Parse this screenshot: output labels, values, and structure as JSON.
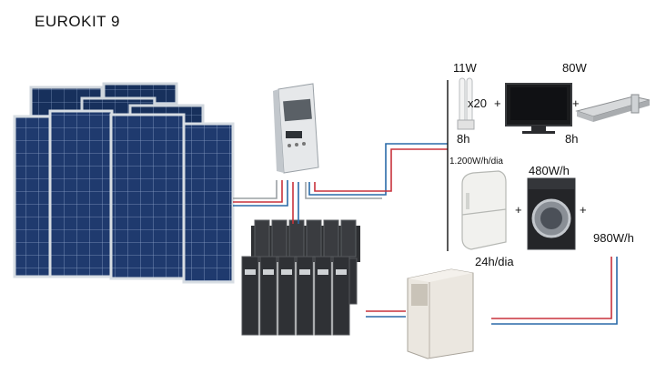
{
  "title": "EUROKIT 9",
  "loads": {
    "lamp": {
      "power": "11W",
      "qty": "x20",
      "plus": "+",
      "hours": "8h",
      "icon": "cfl-lamp-icon"
    },
    "tv": {
      "power": "80W",
      "hours": "8h",
      "plus": "+",
      "icon": "tv-icon"
    },
    "dvd": {
      "icon": "dvd-player-icon"
    },
    "daily_energy": "1.200W/h/dia",
    "fridge": {
      "hours": "24h/dia",
      "plus": "+",
      "icon": "fridge-icon"
    },
    "washer": {
      "power": "480W/h",
      "plus": "+",
      "icon": "washing-machine-icon"
    },
    "extra_load": "980W/h"
  },
  "components": [
    "solar-panels",
    "charge-controller",
    "battery-bank",
    "inverter"
  ],
  "colors": {
    "wire_positive": "#c8323c",
    "wire_negative": "#2a6aa8",
    "wire_ground": "#9aa0a4"
  }
}
